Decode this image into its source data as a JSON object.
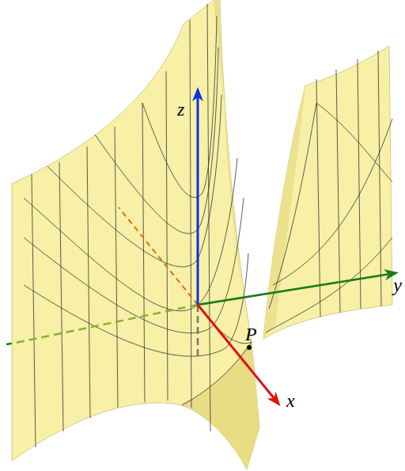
{
  "diagram": {
    "labels": [
      "z",
      "y",
      "x",
      "P"
    ]
  }
}
